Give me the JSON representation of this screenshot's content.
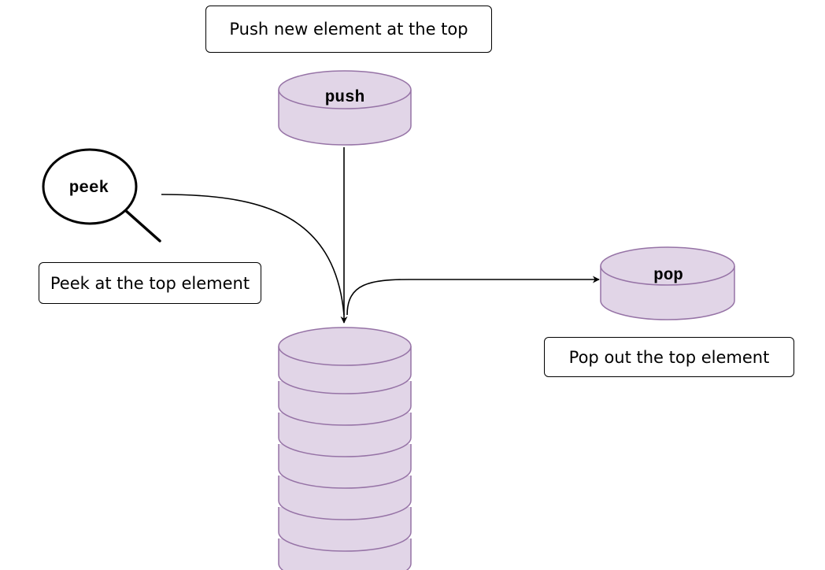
{
  "callouts": {
    "push": "Push new element at the top",
    "peek": "Peek at the top element",
    "pop": "Pop out the top element"
  },
  "operations": {
    "push": "push",
    "peek": "peek",
    "pop": "pop"
  },
  "stack": {
    "element_count": 7
  },
  "colors": {
    "cylinder_fill": "#e1d5e7",
    "cylinder_stroke": "#9673a6",
    "line": "#000000"
  }
}
